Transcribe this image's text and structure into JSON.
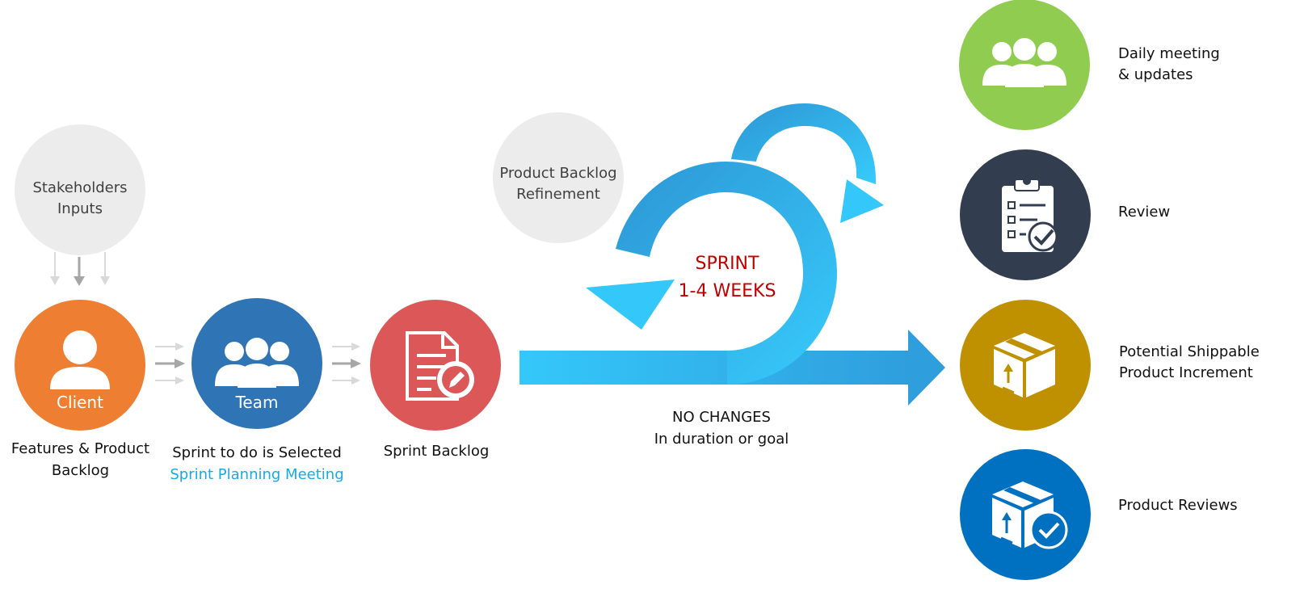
{
  "colors": {
    "stakeholders_circle": "#ececec",
    "refinement_circle": "#ececec",
    "client_circle": "#ee7e32",
    "team_circle": "#2f74b5",
    "sprint_backlog_circle": "#dc5758",
    "sprint_arrow_light": "#34c8fa",
    "sprint_arrow_dark": "#2d96d4",
    "sprint_text": "#c00000",
    "daily_circle": "#8fcc4f",
    "review_circle": "#323e4f",
    "increment_circle": "#bf9000",
    "product_reviews_circle": "#0070c0",
    "planning_meeting_text": "#19a9e6",
    "connector_gray": "#a6a6a6",
    "connector_light": "#d9d9d9"
  },
  "stakeholders": {
    "line1": "Stakeholders",
    "line2": "Inputs"
  },
  "refinement": {
    "line1": "Product Backlog",
    "line2": "Refinement"
  },
  "client": {
    "label": "Client",
    "icon": "person-icon",
    "caption_line1": "Features & Product",
    "caption_line2": "Backlog"
  },
  "team": {
    "label": "Team",
    "icon": "group-icon",
    "caption_line1": "Sprint to do is Selected",
    "caption_line2": "Sprint Planning Meeting"
  },
  "sprint_backlog": {
    "icon": "document-edit-icon",
    "caption": "Sprint Backlog"
  },
  "sprint": {
    "line1": "SPRINT",
    "line2": "1-4 WEEKS",
    "note_line1": "NO CHANGES",
    "note_line2": "In duration or goal"
  },
  "outcomes": [
    {
      "icon": "group-icon",
      "line1": "Daily meeting",
      "line2": "& updates"
    },
    {
      "icon": "clipboard-checklist-icon",
      "line1": "Review",
      "line2": ""
    },
    {
      "icon": "package-icon",
      "line1": "Potential Shippable",
      "line2": "Product Increment"
    },
    {
      "icon": "package-check-icon",
      "line1": "Product Reviews",
      "line2": ""
    }
  ]
}
